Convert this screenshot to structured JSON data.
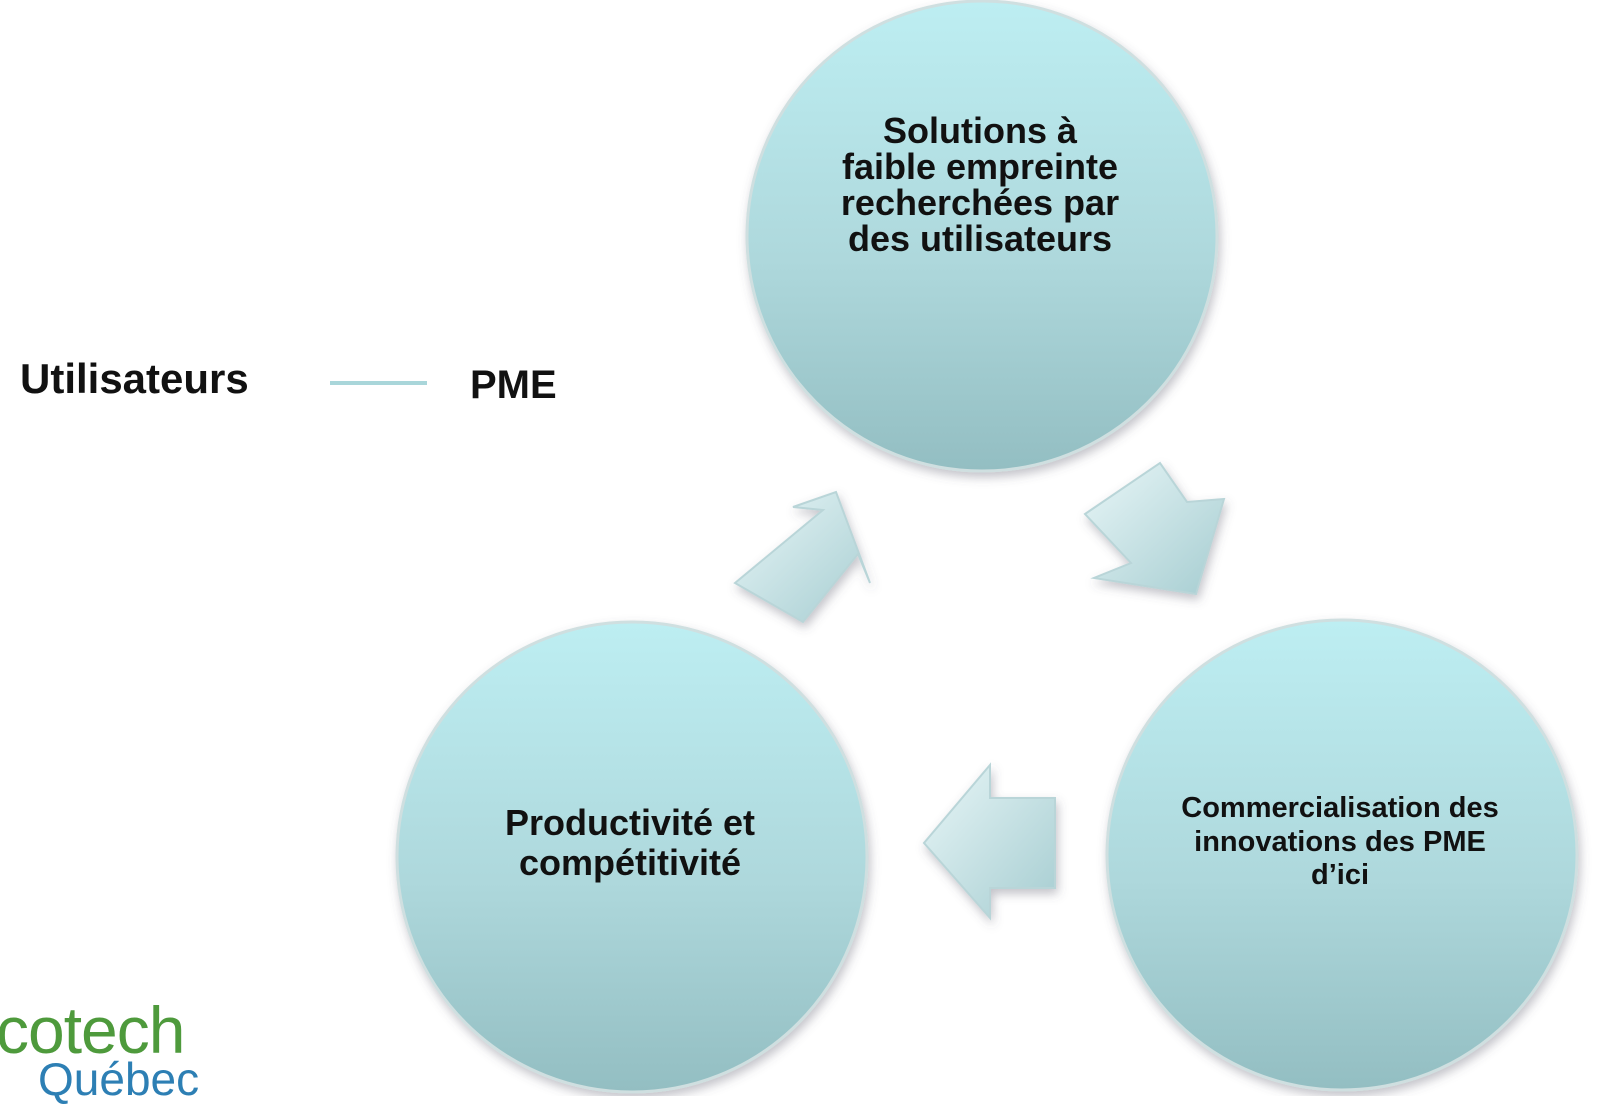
{
  "legend": {
    "left_label": "Utilisateurs",
    "right_label": "PME"
  },
  "nodes": {
    "top": "Solutions à faible empreinte recherchées par des utilisateurs",
    "right": "Commercialisation des innovations des PME d’ici",
    "left": "Productivité et compétitivité"
  },
  "logo": {
    "line1": "cotech",
    "line2": "Québec"
  },
  "colors": {
    "circle_top": "#bdeef2",
    "circle_bottom": "#98c3c7",
    "circle_border": "#c8d8da",
    "legend_line": "#a9d6da",
    "logo_green": "#4e9a3c",
    "logo_blue": "#2d7fb4"
  }
}
